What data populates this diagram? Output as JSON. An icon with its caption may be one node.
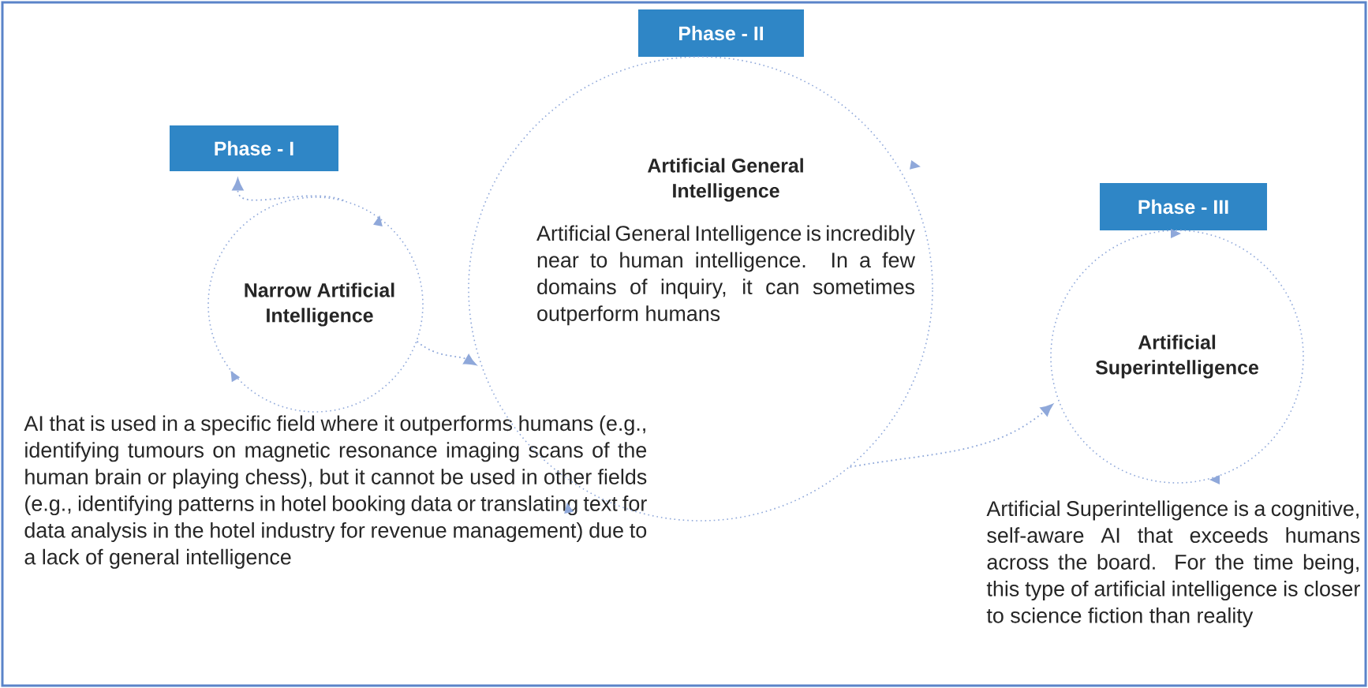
{
  "diagram": {
    "nodes": [
      {
        "text": [
          "Phase - I"
        ]
      },
      {
        "text": [
          "Narrow Artificial Intelligence"
        ],
        "beside": [
          "AI that is used in a specific field where it outperforms humans (e.g., identifying tumours on magnetic resonance imaging scans of the human brain or playing chess), but it cannot be used in other fields (e.g., identifying patterns in hotel booking data or translating text for data analysis in the hotel industry for revenue management) due to a lack of general intelligence"
        ]
      },
      {
        "text": [
          "Phase - II"
        ]
      },
      {
        "text": [
          "Artificial General Intelligence",
          "Artificial General Intelligence is incredibly near to human intelligence. In a few domains of inquiry, it can sometimes outperform humans"
        ]
      },
      {
        "text": [
          "Phase - III"
        ]
      },
      {
        "text": [
          "Artificial Superintelligence"
        ],
        "beside": [
          "Artificial Superintelligence is a cognitive, self-aware AI that exceeds humans across the board. For the time being, this type of artificial intelligence is closer to science fiction than reality"
        ]
      }
    ],
    "edges": [
      {
        "from": 1,
        "to": 0,
        "arrow": "to"
      },
      {
        "from": 1,
        "to": 3,
        "arrow": "to"
      },
      {
        "from": 3,
        "to": 5,
        "arrow": "to"
      }
    ]
  }
}
